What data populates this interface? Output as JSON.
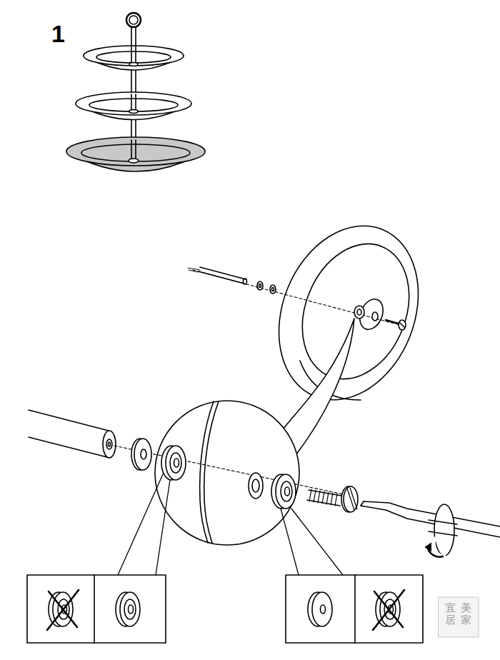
{
  "diagram": {
    "labels": [
      "1",
      "美家",
      "宜居"
    ]
  }
}
